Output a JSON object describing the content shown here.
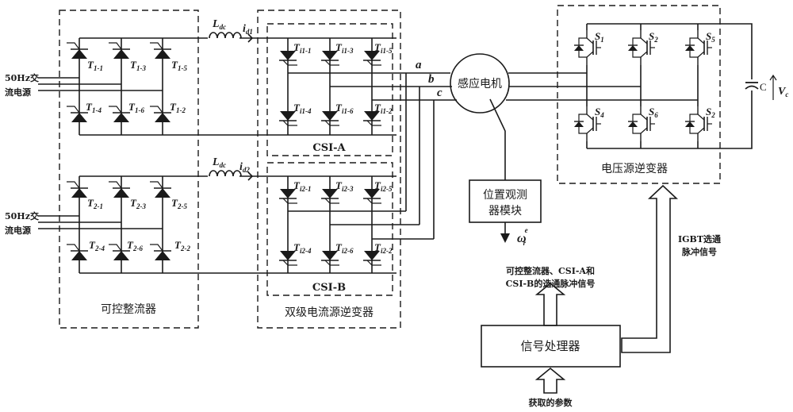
{
  "diagram": {
    "source1": {
      "label_line1": "50Hz交",
      "label_line2": "流电源"
    },
    "source2": {
      "label_line1": "50Hz交",
      "label_line2": "流电源"
    },
    "rectifier": {
      "title": "可控整流器",
      "bridge1": {
        "upper": [
          {
            "T": "T",
            "sub": "1-1"
          },
          {
            "T": "T",
            "sub": "1-3"
          },
          {
            "T": "T",
            "sub": "1-5"
          }
        ],
        "lower": [
          {
            "T": "T",
            "sub": "1-4"
          },
          {
            "T": "T",
            "sub": "1-6"
          },
          {
            "T": "T",
            "sub": "1-2"
          }
        ]
      },
      "bridge2": {
        "upper": [
          {
            "T": "T",
            "sub": "2-1"
          },
          {
            "T": "T",
            "sub": "2-3"
          },
          {
            "T": "T",
            "sub": "2-5"
          }
        ],
        "lower": [
          {
            "T": "T",
            "sub": "2-4"
          },
          {
            "T": "T",
            "sub": "2-6"
          },
          {
            "T": "T",
            "sub": "2-2"
          }
        ]
      }
    },
    "dc_link": [
      {
        "inductor": "L",
        "inductor_sub": "dc",
        "current": "i",
        "current_sub": "d1"
      },
      {
        "inductor": "L",
        "inductor_sub": "dc",
        "current": "i",
        "current_sub": "d2"
      }
    ],
    "csi": {
      "title": "双级电流源逆变器",
      "csi_a": {
        "title": "CSI-A",
        "upper": [
          {
            "T": "T",
            "sub": "i1-1"
          },
          {
            "T": "T",
            "sub": "i1-3"
          },
          {
            "T": "T",
            "sub": "i1-5"
          }
        ],
        "lower": [
          {
            "T": "T",
            "sub": "i1-4"
          },
          {
            "T": "T",
            "sub": "i1-6"
          },
          {
            "T": "T",
            "sub": "i1-2"
          }
        ]
      },
      "csi_b": {
        "title": "CSI-B",
        "upper": [
          {
            "T": "T",
            "sub": "i2-1"
          },
          {
            "T": "T",
            "sub": "i2-3"
          },
          {
            "T": "T",
            "sub": "i2-5"
          }
        ],
        "lower": [
          {
            "T": "T",
            "sub": "i2-4"
          },
          {
            "T": "T",
            "sub": "i2-6"
          },
          {
            "T": "T",
            "sub": "i2-2"
          }
        ]
      }
    },
    "phases": [
      "a",
      "b",
      "c"
    ],
    "motor": {
      "label": "感应电机"
    },
    "vsi": {
      "title": "电压源逆变器",
      "upper": [
        {
          "S": "S",
          "sub": "1"
        },
        {
          "S": "S",
          "sub": "2"
        },
        {
          "S": "S",
          "sub": "5"
        }
      ],
      "lower": [
        {
          "S": "S",
          "sub": "4"
        },
        {
          "S": "S",
          "sub": "6"
        },
        {
          "S": "S",
          "sub": "2"
        }
      ],
      "capacitor": "C",
      "voltage": "V",
      "voltage_sub": "c"
    },
    "observer": {
      "label_line1": "位置观测",
      "label_line2": "器模块",
      "output": "ω",
      "output_sup": "e",
      "output_sub": "r"
    },
    "processor": {
      "label": "信号处理器"
    },
    "signals": {
      "gate_csi_line1": "可控整流器、CSI-A和",
      "gate_csi_line2": "CSI-B的选通脉冲信号",
      "igbt_line1": "IGBT选通",
      "igbt_line2": "脉冲信号",
      "input": "获取的参数"
    }
  }
}
